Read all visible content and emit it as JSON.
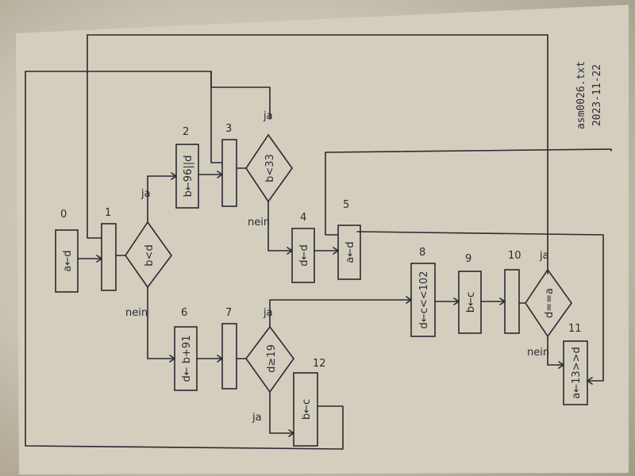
{
  "header": {
    "file_name": "asm0026.txt",
    "date": "2023-11-22"
  },
  "boxes": {
    "n0": {
      "num": "0",
      "text": "a←d"
    },
    "n1": {
      "num": "1",
      "text": ""
    },
    "n2": {
      "num": "2",
      "text": "b←96||d"
    },
    "n3": {
      "num": "3",
      "text": ""
    },
    "n4": {
      "num": "4",
      "text": "d←d"
    },
    "n5": {
      "num": "5",
      "text": "a←d"
    },
    "n6": {
      "num": "6",
      "text": "d← b+91"
    },
    "n7": {
      "num": "7",
      "text": ""
    },
    "n8": {
      "num": "8",
      "text": "d←c<<102"
    },
    "n9": {
      "num": "9",
      "text": "b←c"
    },
    "n10": {
      "num": "10",
      "text": ""
    },
    "n11": {
      "num": "11",
      "text": "a←13>>d"
    },
    "n12": {
      "num": "12",
      "text": "b←c"
    }
  },
  "decisions": {
    "d_bd": {
      "text": "b<d",
      "yes": "ja",
      "no": "nein"
    },
    "d_b33": {
      "text": "b<33",
      "yes": "ja",
      "no": "nein"
    },
    "d_d19": {
      "text": "d≥19",
      "yes": "ja"
    },
    "d_da": {
      "text": "d==a",
      "yes": "ja",
      "no": "nein"
    },
    "d_d19_second_yes": "ja"
  }
}
